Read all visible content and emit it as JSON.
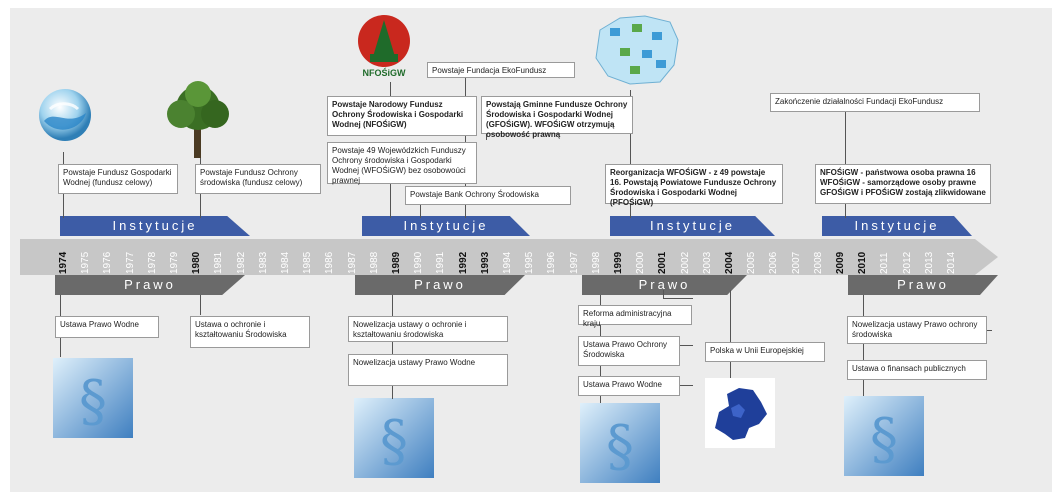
{
  "years": [
    "1974",
    "1975",
    "1976",
    "1977",
    "1978",
    "1979",
    "1980",
    "1981",
    "1982",
    "1983",
    "1984",
    "1985",
    "1986",
    "1987",
    "1988",
    "1989",
    "1990",
    "1991",
    "1992",
    "1993",
    "1994",
    "1995",
    "1996",
    "1997",
    "1998",
    "1999",
    "2000",
    "2001",
    "2002",
    "2003",
    "2004",
    "2005",
    "2006",
    "2007",
    "2008",
    "2009",
    "2010",
    "2011",
    "2012",
    "2013",
    "2014"
  ],
  "highlight_years": [
    "1974",
    "1980",
    "1989",
    "1992",
    "1993",
    "1999",
    "2001",
    "2004",
    "2009",
    "2010"
  ],
  "banners": {
    "instytucje": "Instytucje",
    "prawo": "Prawo"
  },
  "logo": {
    "text": "NFOŚiGW"
  },
  "institutions": {
    "i1": "Powstaje Fundusz Gospodarki Wodnej (fundusz celowy)",
    "i2": "Powstaje Fundusz Ochrony środowiska (fundusz celowy)",
    "i3": "Powstaje Fundacja EkoFundusz",
    "i4": "Powstaje Narodowy Fundusz Ochrony Środowiska i Gospodarki Wodnej (NFOŚiGW)",
    "i5": "Powstają Gminne Fundusze Ochrony Środowiska i Gospodarki Wodnej (GFOŚiGW). WFOŚiGW otrzymują osobowość prawną",
    "i6": "Powstaje 49 Wojewódzkich Funduszy Ochrony środowiska i Gospodarki Wodnej (WFOŚiGW) bez osobowoúci prawnej",
    "i7": "Powstaje Bank Ochrony Środowiska",
    "i8": "Reorganizacja WFOŚiGW - z 49 powstaje 16. Powstają Powiatowe Fundusze Ochrony Środowiska i Gospodarki Wodnej (PFOŚiGW)",
    "i9": "Zakończenie działalności Fundacji EkoFundusz",
    "i10": "NFOŚiGW - państwowa osoba prawna 16 WFOŚiGW - samorządowe osoby prawne GFOŚiGW i PFOŚiGW zostają zlikwidowane"
  },
  "laws": {
    "p1": "Ustawa Prawo Wodne",
    "p2": "Ustawa o ochronie i kształtowaniu Środowiska",
    "p3": "Nowelizacja ustawy o ochronie i kształtowaniu środowiska",
    "p4": "Nowelizacja ustawy Prawo Wodne",
    "p5": "Reforma administracyjna kraju",
    "p6": "Ustawa Prawo Ochrony Środowiska",
    "p7": "Ustawa Prawo Wodne",
    "p8": "Polska w Unii Europejskiej",
    "p9": "Nowelizacja ustawy Prawo ochrony środowiska",
    "p10": "Ustawa o finansach publicznych"
  },
  "colors": {
    "arrow": "#c7c7c7",
    "blue_banner": "#3d5ca6",
    "gray_banner": "#6a6a6a",
    "background": "#ececec"
  }
}
